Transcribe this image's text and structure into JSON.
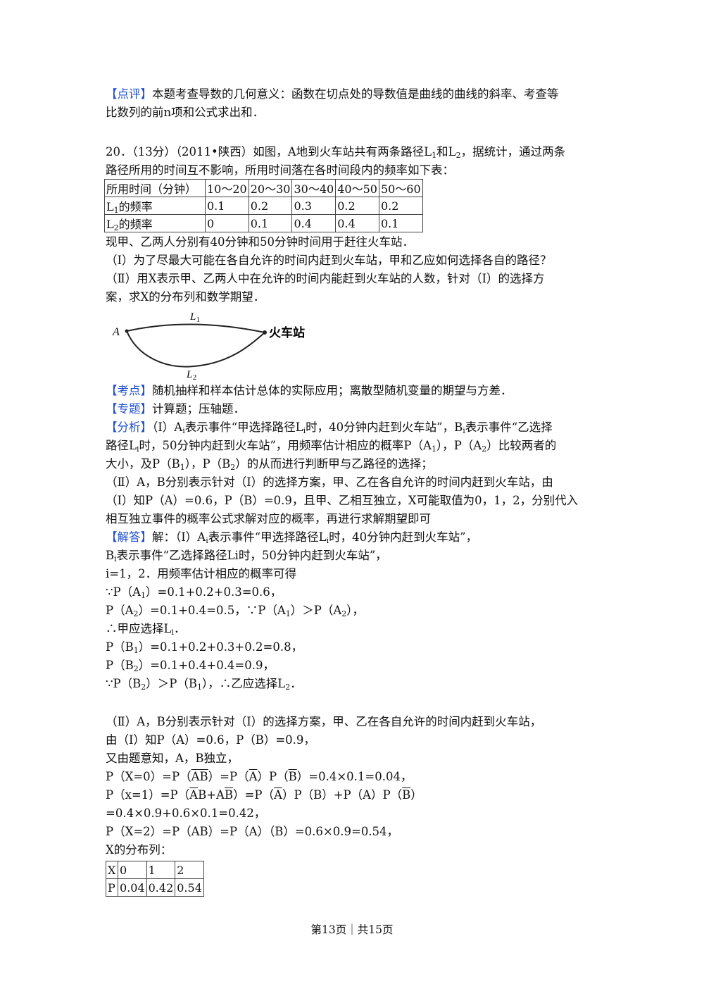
{
  "review": {
    "tag": "【点评】",
    "line1": "本题考查导数的几何意义：函数在切点处的导数值是曲线的曲线的斜率、考查等",
    "line2": "比数列的前n项和公式求出和．"
  },
  "problem": {
    "header_a": "20．（13分）（2011•陕西）如图，A地到火车站共有两条路径L",
    "header_b": "和L",
    "header_c": "，据统计，通过两条",
    "sub1": "1",
    "sub2": "2",
    "line2": "路径所用的时间互不影响，所用时间落在各时间段内的频率如下表：",
    "table": {
      "headers": [
        "所用时间（分钟）",
        "10～20",
        "20～30",
        "30～40",
        "40～50",
        "50～60"
      ],
      "row1_label_a": "L",
      "row1_label_b": "的频率",
      "row1": [
        "0.1",
        "0.2",
        "0.3",
        "0.2",
        "0.2"
      ],
      "row2_label_a": "L",
      "row2_label_b": "的频率",
      "row2": [
        "0",
        "0.1",
        "0.4",
        "0.4",
        "0.1"
      ]
    },
    "line3": "现甲、乙两人分别有40分钟和50分钟时间用于赶往火车站．",
    "q1": "（Ⅰ）为了尽最大可能在各自允许的时间内赶到火车站，甲和乙应如何选择各自的路径？",
    "q2a": "（Ⅱ）用X表示甲、乙两人中在允许的时间内能赶到火车站的人数，针对（Ⅰ）的选择方",
    "q2b": "案，求X的分布列和数学期望．"
  },
  "figure": {
    "point_a": "A",
    "station": "火车站",
    "l1": "L",
    "l1_sub": "1",
    "l2": "L",
    "l2_sub": "2"
  },
  "kaodian": {
    "tag": "【考点】",
    "text": "随机抽样和样本估计总体的实际应用；离散型随机变量的期望与方差．"
  },
  "zhuanti": {
    "tag": "【专题】",
    "text": "计算题；压轴题．"
  },
  "analysis": {
    "tag": "【分析】",
    "l1a": "（Ⅰ）A",
    "l1b": "表示事件“甲选择路径L",
    "l1c": "时，40分钟内赶到火车站”，B",
    "l1d": "表示事件“乙选择",
    "l2a": "路径L",
    "l2b": "时，50分钟内赶到火车站”，用频率估计相应的概率P（A",
    "l2c": "），P（A",
    "l2d": "）比较两者的",
    "l3a": "大小，及P（B",
    "l3b": "），P（B",
    "l3c": "）的从而进行判断甲与乙路径的选择；",
    "l4": "（Ⅱ）A，B分别表示针对（Ⅰ）的选择方案，甲、乙在各自允许的时间内赶到火车站，由",
    "l5": "（I）知P（A）=0.6，P（B）=0.9，且甲、乙相互独立，X可能取值为0，1，2，分别代入",
    "l6": "相互独立事件的概率公式求解对应的概率，再进行求解期望即可"
  },
  "solution": {
    "tag": "【解答】",
    "s1a": "解：（Ⅰ）A",
    "s1b": "表示事件“甲选择路径L",
    "s1c": "时，40分钟内赶到火车站”，",
    "s2a": "B",
    "s2b": "表示事件“乙选择路径Li时，50分钟内赶到火车站”，",
    "s3": "i=1，2．用频率估计相应的概率可得",
    "s4a": "∵P（A",
    "s4b": "）=0.1+0.2+0.3=0.6，",
    "s5a": "P（A",
    "s5b": "）=0.1+0.4=0.5，∵P（A",
    "s5c": "）＞P（A",
    "s5d": "），",
    "s6a": "∴甲应选择L",
    "s6b": "．",
    "s7a": "P（B",
    "s7b": "）=0.1+0.2+0.3+0.2=0.8，",
    "s8a": "P（B",
    "s8b": "）=0.1+0.4+0.4=0.9，",
    "s9a": "∵P（B",
    "s9b": "）＞P（B",
    "s9c": "），∴乙应选择L",
    "s9d": "．",
    "p1": "（Ⅱ）A，B分别表示针对（Ⅰ）的选择方案，甲、乙在各自允许的时间内赶到火车站，",
    "p2": "由（Ⅰ）知P（A）=0.6，P（B）=0.9，",
    "p3": "又由题意知，A，B独立，",
    "p4a": "P（X=0）=P（",
    "p4b": "AB",
    "p4c": "）=P（",
    "p4d": "A",
    "p4e": "）P（",
    "p4f": "B",
    "p4g": "）=0.4×0.1=0.04，",
    "p5a": "P（x=1）=P（",
    "p5b": "A",
    "p5c": "B+A",
    "p5d": "B",
    "p5e": "）=P（",
    "p5f": "A",
    "p5g": "）P（B）+P（A）P（",
    "p5h": "B",
    "p5i": "）",
    "p6": "=0.4×0.9+0.6×0.1=0.42，",
    "p7": "P（X=2）=P（AB）=P（A）（B）=0.6×0.9=0.54，",
    "p8": "X的分布列：",
    "dist": {
      "h": [
        "X",
        "0",
        "1",
        "2"
      ],
      "r": [
        "P",
        "0.04",
        "0.42",
        "0.54"
      ]
    }
  },
  "footer": "第13页｜共15页"
}
